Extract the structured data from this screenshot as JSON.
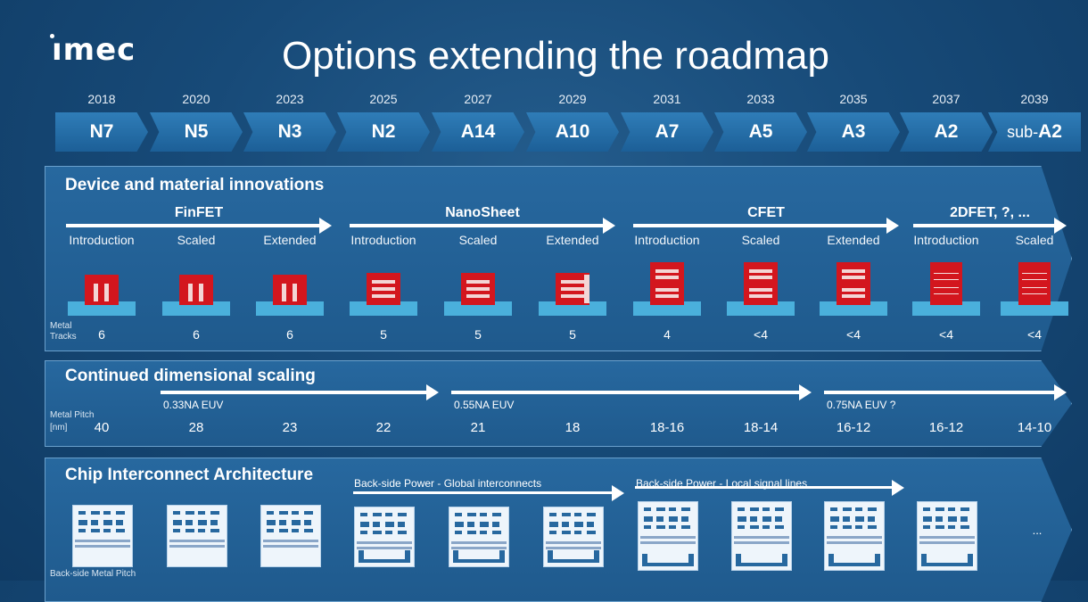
{
  "header": {
    "logo": "ımec",
    "title": "Options extending the roadmap"
  },
  "roadmap": {
    "years": [
      "2018",
      "2020",
      "2023",
      "2025",
      "2027",
      "2029",
      "2031",
      "2033",
      "2035",
      "2037",
      "2039"
    ],
    "nodes": [
      "N7",
      "N5",
      "N3",
      "N2",
      "A14",
      "A10",
      "A7",
      "A5",
      "A3",
      "A2",
      "sub-A2"
    ]
  },
  "device_panel": {
    "title": "Device and material innovations",
    "technologies": [
      "FinFET",
      "NanoSheet",
      "CFET",
      "2DFET, ?, ..."
    ],
    "stages": [
      "Introduction",
      "Scaled",
      "Extended",
      "Introduction",
      "Scaled",
      "Extended",
      "Introduction",
      "Scaled",
      "Extended",
      "Introduction",
      "Scaled"
    ],
    "metal_tracks_label": "Metal Tracks",
    "metal_tracks": [
      "6",
      "6",
      "6",
      "5",
      "5",
      "5",
      "4",
      "<4",
      "<4",
      "<4",
      "<4"
    ]
  },
  "scaling_panel": {
    "title": "Continued dimensional scaling",
    "euv_labels": [
      "0.33NA EUV",
      "0.55NA EUV",
      "0.75NA EUV ?"
    ],
    "metal_pitch_label": "Metal Pitch",
    "unit_label": "[nm]",
    "metal_pitch": [
      "40",
      "28",
      "23",
      "22",
      "21",
      "18",
      "18-16",
      "18-14",
      "16-12",
      "16-12",
      "14-10"
    ]
  },
  "interconnect_panel": {
    "title": "Chip Interconnect Architecture",
    "arrow_labels": [
      "Back-side Power - Global interconnects",
      "Back-side Power - Local signal lines"
    ],
    "backside_pitch_label": "Back-side Metal Pitch",
    "ellipsis": "..."
  },
  "colors": {
    "background": "#174a78",
    "panel": "#27689f",
    "device_red": "#d3161e",
    "substrate_blue": "#4ab0dc"
  }
}
